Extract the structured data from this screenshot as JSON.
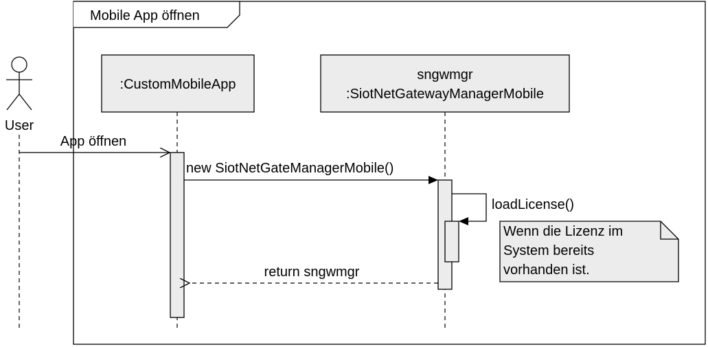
{
  "frame": {
    "title": "Mobile App öffnen"
  },
  "actor": {
    "name": "User"
  },
  "lifelines": [
    {
      "line1": "",
      "line2": ":CustomMobileApp"
    },
    {
      "line1": "sngwmgr",
      "line2": ":SiotNetGatewayManagerMobile"
    }
  ],
  "messages": [
    {
      "label": "App öffnen",
      "kind": "sync"
    },
    {
      "label": "new SiotNetGateManagerMobile()",
      "kind": "sync"
    },
    {
      "label": "loadLicense()",
      "kind": "self"
    },
    {
      "label": "return sngwmgr",
      "kind": "return"
    }
  ],
  "note": {
    "lines": [
      "Wenn die Lizenz im",
      "System bereits",
      "vorhanden ist."
    ]
  },
  "colors": {
    "box_fill": "#ececec",
    "activation_fill": "#ececec",
    "stroke": "#000000",
    "background": "#ffffff"
  }
}
